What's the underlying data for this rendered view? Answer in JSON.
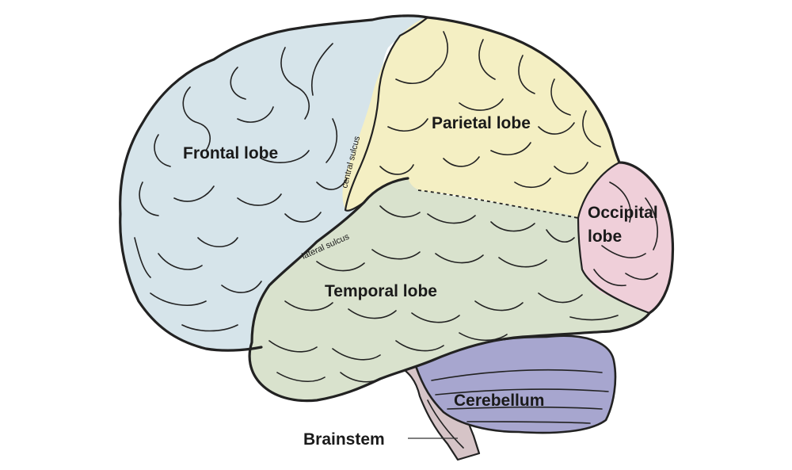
{
  "labels": {
    "frontal": "Frontal lobe",
    "parietal": "Parietal lobe",
    "occipital_line1": "Occipital",
    "occipital_line2": "lobe",
    "temporal": "Temporal lobe",
    "cerebellum": "Cerebellum",
    "brainstem": "Brainstem",
    "central_sulcus": "central sulcus",
    "lateral_sulcus": "lateral sulcus"
  },
  "colors": {
    "frontal": "#d6e4ea",
    "parietal": "#f4efc3",
    "occipital": "#efcfd9",
    "temporal": "#d9e2cd",
    "cerebellum": "#a7a6cf",
    "brainstem": "#d6c4c7",
    "outline": "#222222"
  }
}
